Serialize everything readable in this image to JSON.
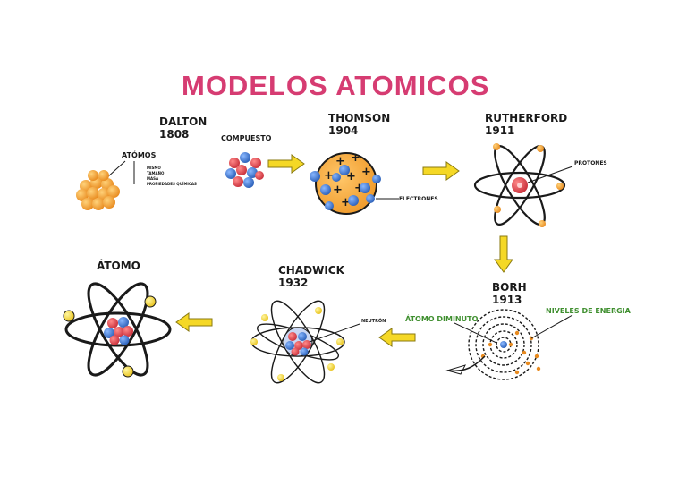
{
  "title": "MODELOS ATOMICOS",
  "colors": {
    "title": "#d63c72",
    "arrow": "#f2d21a",
    "orange": "#f2a33a",
    "nucleus_red": "#e04848",
    "nucleus_blue": "#3f7fd6",
    "green_label": "#3f8f2f"
  },
  "models": {
    "dalton": {
      "name": "DALTON",
      "year": "1808",
      "atoms_label": "ATÓMOS",
      "compound_label": "COMPUESTO",
      "properties": [
        "MISMO",
        "TAMAÑO",
        "MASA",
        "PROPIEDADES QUÍMICAS"
      ]
    },
    "thomson": {
      "name": "THOMSON",
      "year": "1904",
      "electrons_label": "ELECTRONES"
    },
    "rutherford": {
      "name": "RUTHERFORD",
      "year": "1911",
      "protons_label": "PROTONES"
    },
    "bohr": {
      "name": "BORH",
      "year": "1913",
      "small_atom_label": "ÁTOMO DIMINUTO",
      "energy_levels_label": "NIVELES DE ENERGIA"
    },
    "chadwick": {
      "name": "CHADWICK",
      "year": "1932",
      "neutron_label": "NEUTRÓN"
    },
    "atom": {
      "name": "ÁTOMO"
    }
  }
}
